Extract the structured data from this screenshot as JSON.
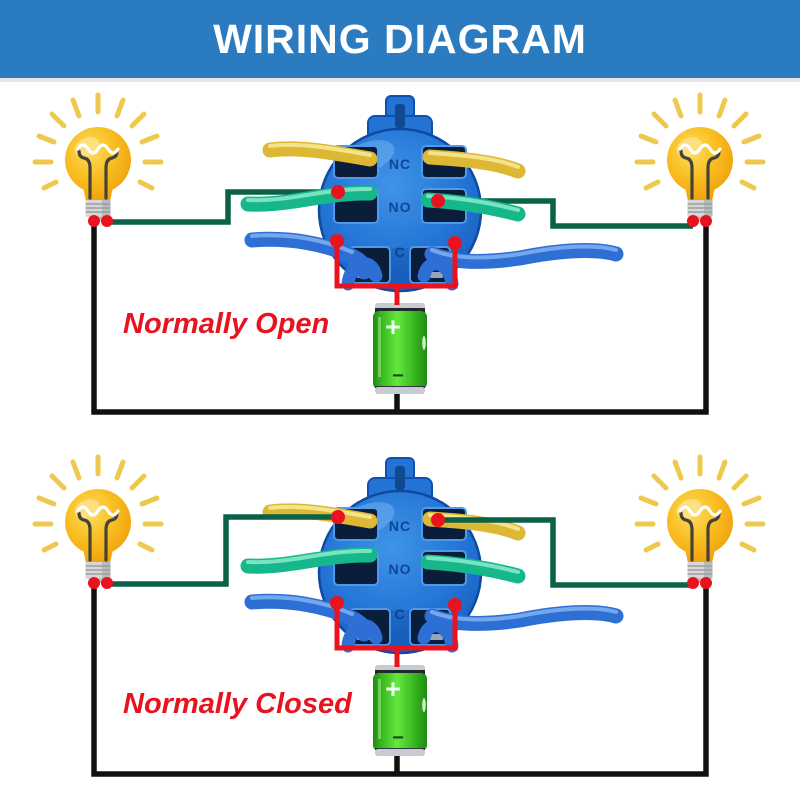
{
  "banner": {
    "title": "WIRING DIAGRAM",
    "bg_color": "#2a7bc0",
    "text_color": "#ffffff"
  },
  "switch": {
    "terminal_top": "NC",
    "terminal_middle": "NO",
    "terminal_bottom": "C"
  },
  "battery": {
    "positive_label": "+",
    "negative_label": "−"
  },
  "diagrams": [
    {
      "label": "Normally Open",
      "tapped_terminal": "NO"
    },
    {
      "label": "Normally Closed",
      "tapped_terminal": "NC"
    }
  ],
  "colors": {
    "circuit_black": "#101010",
    "circuit_green": "#0a6148",
    "highlight_red": "#e8131f",
    "switch_body_blue": "#2373d4",
    "battery_green": "#4ade2e",
    "bulb_glass_yellow": "#f8bb1d",
    "wire_yellow": "#dcb835",
    "wire_teal": "#17b78c",
    "wire_blue": "#2e6fd6"
  }
}
